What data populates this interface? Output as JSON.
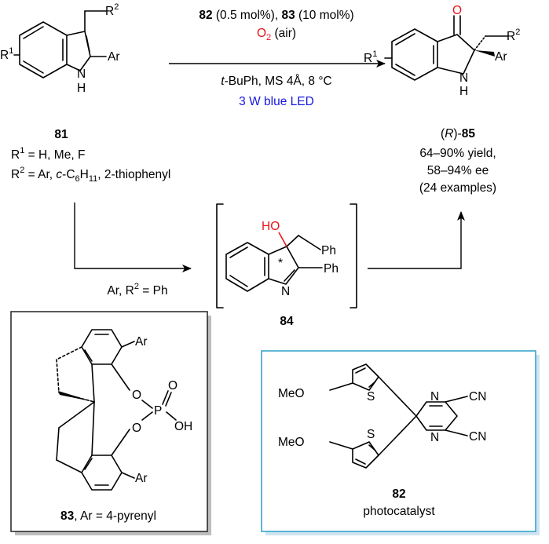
{
  "reaction": {
    "conditions": {
      "catalysts_a": "82",
      "catalysts_b": " (0.5 mol%), ",
      "catalysts_c": "83",
      "catalysts_d": " (10 mol%)",
      "oxidant_a": "O",
      "oxidant_b": "2",
      "oxidant_c": " (air)",
      "solvent_a": "t",
      "solvent_b": "-BuPh, MS 4Å, 8 °C",
      "light": "3 W blue LED"
    },
    "substrate": {
      "id": "81",
      "r1_def_a": "R",
      "r1_def_b": "1",
      "r1_def_c": " = H, Me, F",
      "r2_def_a": "R",
      "r2_def_b": "2",
      "r2_def_c": " = Ar, ",
      "r2_def_d": "c",
      "r2_def_e": "-C",
      "r2_def_f": "6",
      "r2_def_g": "H",
      "r2_def_h": "11",
      "r2_def_i": ", 2-thiophenyl"
    },
    "product": {
      "config_a": "(",
      "config_b": "R",
      "config_c": ")-",
      "id": "85",
      "yield": "64–90% yield,",
      "ee": "58–94% ee",
      "examples": "(24 examples)"
    },
    "side_condition_a": "Ar, R",
    "side_condition_b": "2",
    "side_condition_c": " = Ph",
    "intermediate": {
      "id": "84"
    }
  },
  "atoms": {
    "R": "R",
    "sup1": "1",
    "sup2": "2",
    "Ar": "Ar",
    "N": "N",
    "H": "H",
    "O": "O",
    "HO": "HO",
    "Ph": "Ph",
    "star": "*",
    "P": "P",
    "OH": "OH",
    "MeO": "MeO",
    "S": "S",
    "CN": "CN"
  },
  "boxes": {
    "acid": {
      "id": "83",
      "caption": ", Ar = 4-pyrenyl"
    },
    "photocat": {
      "id": "82",
      "caption": "photocatalyst"
    }
  },
  "colors": {
    "oxygen": "#e8151b",
    "light": "#1616e0",
    "box_acid": "#222222",
    "box_photocat": "#2aa0c8"
  }
}
